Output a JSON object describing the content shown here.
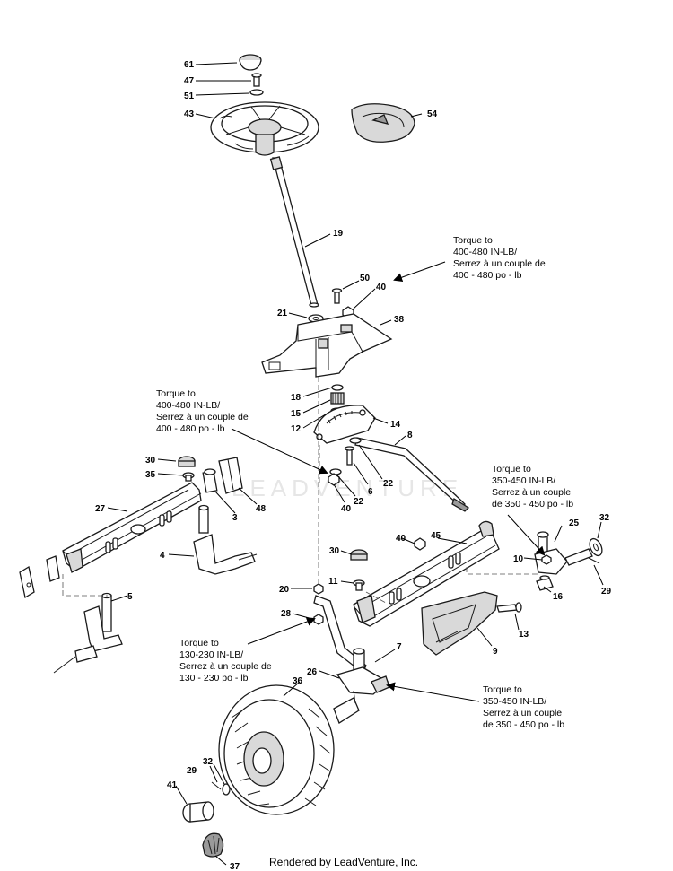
{
  "callouts": {
    "c61": "61",
    "c47": "47",
    "c51": "51",
    "c43": "43",
    "c54": "54",
    "c19": "19",
    "c50": "50",
    "c40a": "40",
    "c21": "21",
    "c38": "38",
    "c18": "18",
    "c15": "15",
    "c12": "12",
    "c14": "14",
    "c8": "8",
    "c30a": "30",
    "c35": "35",
    "c3": "3",
    "c48": "48",
    "c27": "27",
    "c6": "6",
    "c22a": "22",
    "c22b": "22",
    "c40b": "40",
    "c4": "4",
    "c5": "5",
    "c40c": "40",
    "c45": "45",
    "c10": "10",
    "c25": "25",
    "c32a": "32",
    "c29a": "29",
    "c16": "16",
    "c30b": "30",
    "c11": "11",
    "c20": "20",
    "c28": "28",
    "c13": "13",
    "c9": "9",
    "c7": "7",
    "c26": "26",
    "c36": "36",
    "c32b": "32",
    "c29b": "29",
    "c41": "41",
    "c37": "37"
  },
  "torque_notes": {
    "upper_right": [
      "Torque to",
      "400-480 IN-LB/",
      "Serrez à un couple de",
      "400 - 480 po - lb"
    ],
    "middle_left": [
      "Torque to",
      "400-480 IN-LB/",
      "Serrez à un couple de",
      "400 - 480 po - lb"
    ],
    "right_spindle": [
      "Torque to",
      "350-450 IN-LB/",
      "Serrez à un couple",
      "de 350 - 450 po - lb"
    ],
    "lower_left": [
      "Torque to",
      "130-230 IN-LB/",
      "Serrez à un couple de",
      "130 - 230 po - lb"
    ],
    "lower_right": [
      "Torque to",
      "350-450 IN-LB/",
      "Serrez à un couple",
      "de 350 - 450 po - lb"
    ]
  },
  "watermark": "LEADVENTURE",
  "footer": {
    "credit": "Rendered by LeadVenture, Inc."
  }
}
